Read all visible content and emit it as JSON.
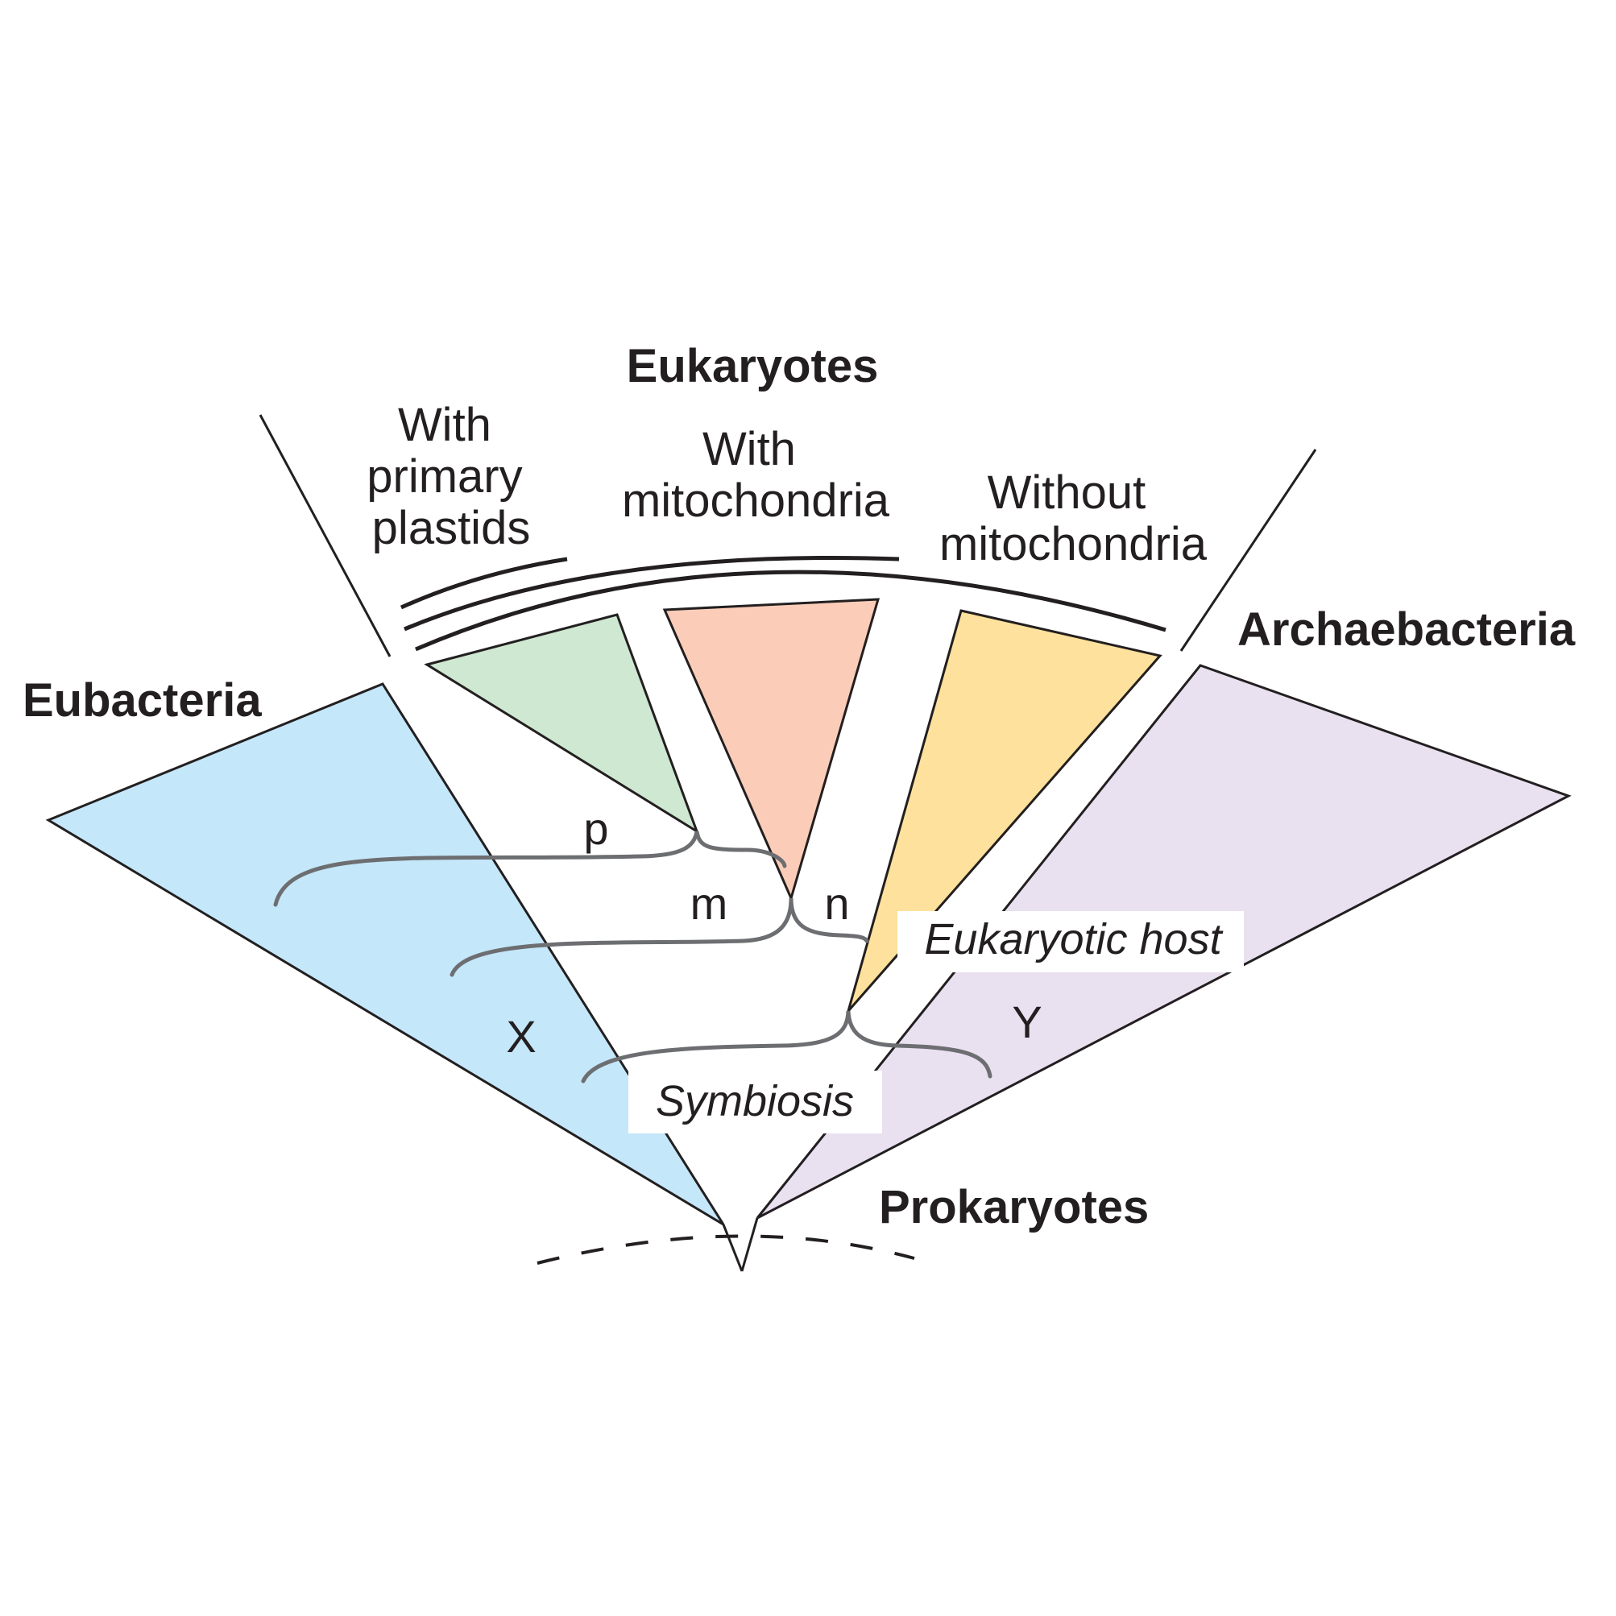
{
  "labels": {
    "eukaryotes": "Eukaryotes",
    "with_primary_plastids": [
      "With",
      "primary",
      "plastids"
    ],
    "with_mitochondria": [
      "With",
      "mitochondria"
    ],
    "without_mitochondria": [
      "Without",
      "mitochondria"
    ],
    "eubacteria": "Eubacteria",
    "archaebacteria": "Archaebacteria",
    "prokaryotes": "Prokaryotes",
    "eukaryotic_host": "Eukaryotic host",
    "symbiosis": "Symbiosis",
    "p": "p",
    "m": "m",
    "n": "n",
    "x": "X",
    "y": "Y"
  },
  "colors": {
    "eubacteria": "#c4e7f9",
    "archaebacteria": "#e9e0f0",
    "plastids": "#cfe8d1",
    "mitochondria": "#fbcdb9",
    "without_mitochondria": "#fde19c",
    "outline": "#231f20",
    "brace": "#6d6e71"
  }
}
